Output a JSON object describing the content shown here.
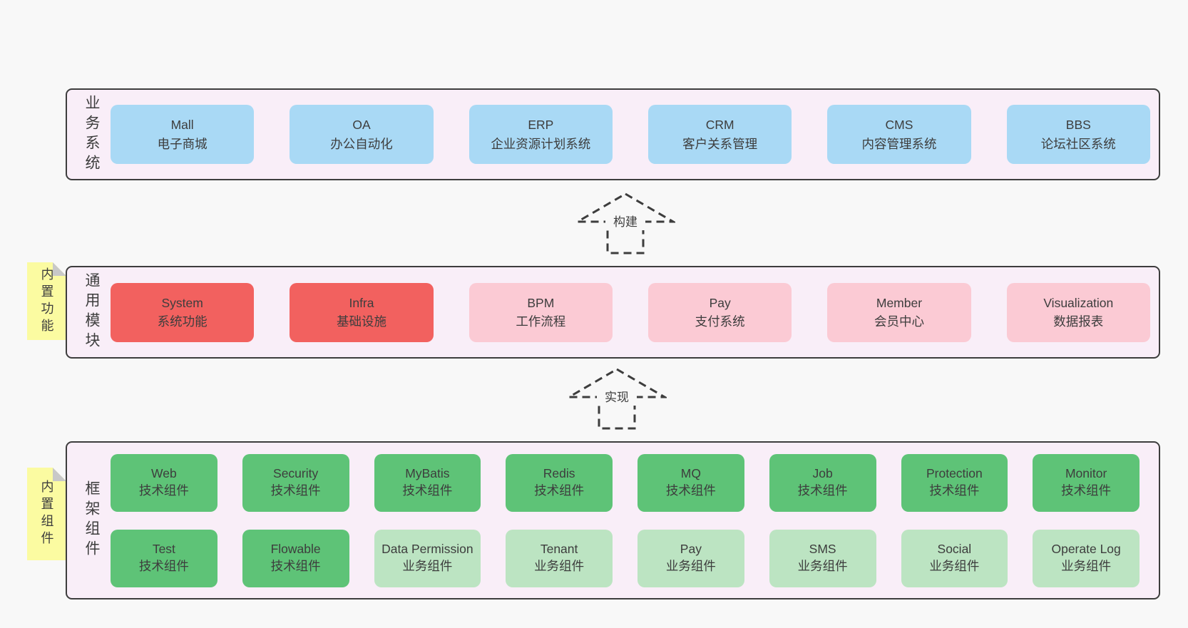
{
  "colors": {
    "page_bg": "#f8f8f8",
    "container_bg": "#f9eef8",
    "border": "#3d3d3d",
    "blue": "#a9d9f5",
    "red": "#f2615f",
    "pink": "#fbcad4",
    "green": "#5ec377",
    "light_green": "#bce4c2",
    "note_yellow": "#fbfba1",
    "note_fold": "#c8c8c8",
    "text": "#3d3d3d"
  },
  "arrows": [
    {
      "label": "构建"
    },
    {
      "label": "实现"
    }
  ],
  "layers": [
    {
      "label": "业务系统",
      "boxes": [
        {
          "title": "Mall",
          "subtitle": "电子商城",
          "variant": "blue"
        },
        {
          "title": "OA",
          "subtitle": "办公自动化",
          "variant": "blue"
        },
        {
          "title": "ERP",
          "subtitle": "企业资源计划系统",
          "variant": "blue"
        },
        {
          "title": "CRM",
          "subtitle": "客户关系管理",
          "variant": "blue"
        },
        {
          "title": "CMS",
          "subtitle": "内容管理系统",
          "variant": "blue"
        },
        {
          "title": "BBS",
          "subtitle": "论坛社区系统",
          "variant": "blue"
        }
      ]
    },
    {
      "label": "通用模块",
      "note": "内置功能",
      "boxes": [
        {
          "title": "System",
          "subtitle": "系统功能",
          "variant": "red"
        },
        {
          "title": "Infra",
          "subtitle": "基础设施",
          "variant": "red"
        },
        {
          "title": "BPM",
          "subtitle": "工作流程",
          "variant": "pink"
        },
        {
          "title": "Pay",
          "subtitle": "支付系统",
          "variant": "pink"
        },
        {
          "title": "Member",
          "subtitle": "会员中心",
          "variant": "pink"
        },
        {
          "title": "Visualization",
          "subtitle": "数据报表",
          "variant": "pink"
        }
      ]
    },
    {
      "label": "框架组件",
      "note": "内置组件",
      "rows": [
        [
          {
            "title": "Web",
            "subtitle": "技术组件",
            "variant": "green"
          },
          {
            "title": "Security",
            "subtitle": "技术组件",
            "variant": "green"
          },
          {
            "title": "MyBatis",
            "subtitle": "技术组件",
            "variant": "green"
          },
          {
            "title": "Redis",
            "subtitle": "技术组件",
            "variant": "green"
          },
          {
            "title": "MQ",
            "subtitle": "技术组件",
            "variant": "green"
          },
          {
            "title": "Job",
            "subtitle": "技术组件",
            "variant": "green"
          },
          {
            "title": "Protection",
            "subtitle": "技术组件",
            "variant": "green"
          },
          {
            "title": "Monitor",
            "subtitle": "技术组件",
            "variant": "green"
          }
        ],
        [
          {
            "title": "Test",
            "subtitle": "技术组件",
            "variant": "green"
          },
          {
            "title": "Flowable",
            "subtitle": "技术组件",
            "variant": "green"
          },
          {
            "title": "Data Permission",
            "subtitle": "业务组件",
            "variant": "lightgreen"
          },
          {
            "title": "Tenant",
            "subtitle": "业务组件",
            "variant": "lightgreen"
          },
          {
            "title": "Pay",
            "subtitle": "业务组件",
            "variant": "lightgreen"
          },
          {
            "title": "SMS",
            "subtitle": "业务组件",
            "variant": "lightgreen"
          },
          {
            "title": "Social",
            "subtitle": "业务组件",
            "variant": "lightgreen"
          },
          {
            "title": "Operate Log",
            "subtitle": "业务组件",
            "variant": "lightgreen"
          }
        ]
      ]
    }
  ]
}
